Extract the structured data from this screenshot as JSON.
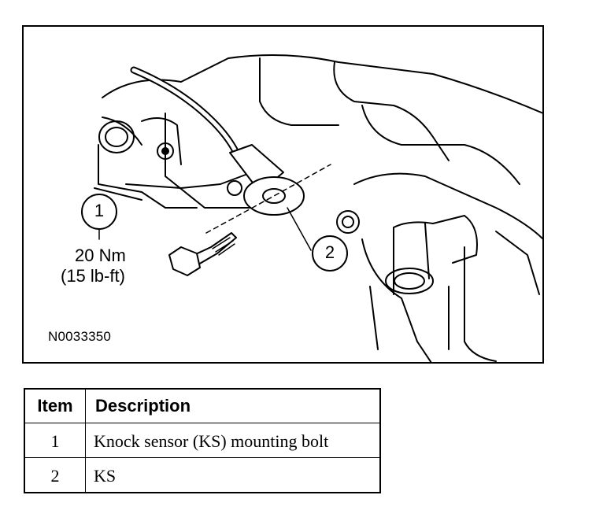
{
  "figure": {
    "callouts": [
      "1",
      "2"
    ],
    "torque_line1": "20 Nm",
    "torque_line2": "(15 lb-ft)",
    "figure_id": "N0033350"
  },
  "legend": {
    "headers": {
      "item": "Item",
      "description": "Description"
    },
    "rows": [
      {
        "item": "1",
        "description": "Knock sensor (KS) mounting bolt"
      },
      {
        "item": "2",
        "description": "KS"
      }
    ]
  }
}
